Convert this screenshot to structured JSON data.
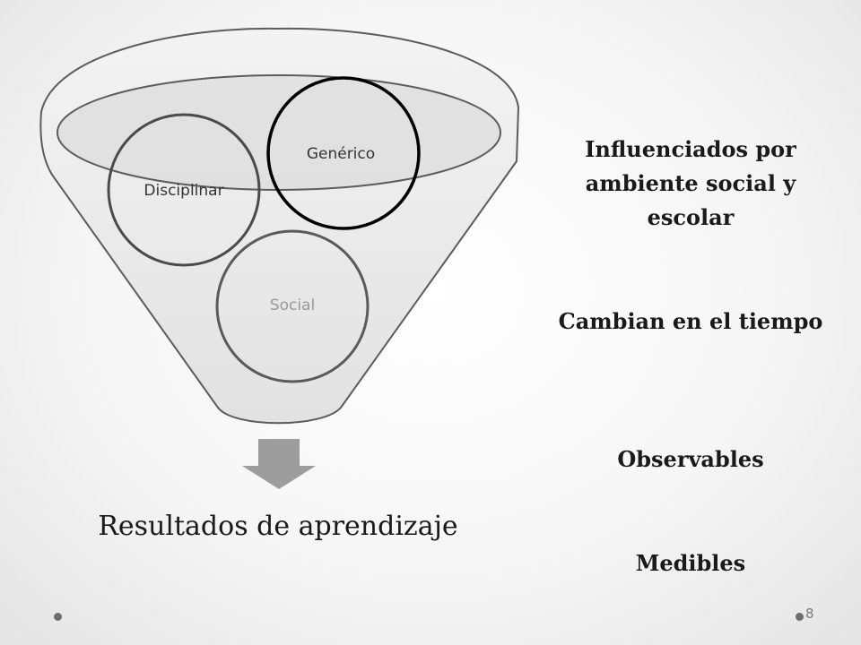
{
  "diagram": {
    "circles": {
      "disciplinar": "Disciplinar",
      "generico": "Genérico",
      "social": "Social"
    },
    "result": "Resultados de aprendizaje"
  },
  "traits": [
    "Influenciados por ambiente social y escolar",
    "Cambian en el tiempo",
    "Observables",
    "Medibles"
  ],
  "slide_number": "8",
  "colors": {
    "funnel_fill": "#ececec",
    "funnel_stroke": "#5c5c5c",
    "arrow": "#9d9d9d",
    "text": "#1a1a1a"
  }
}
